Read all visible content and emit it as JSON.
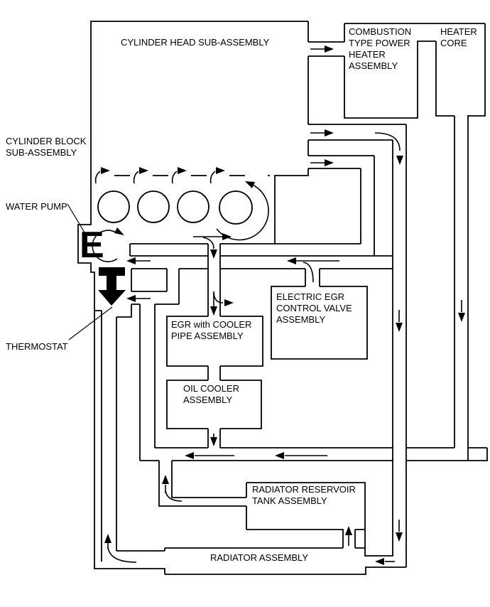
{
  "diagram": {
    "type": "engine-coolant-flow-schematic",
    "background_color": "#ffffff",
    "line_color": "#000000",
    "labels": {
      "cylinder_head": [
        "CYLINDER HEAD SUB-ASSEMBLY"
      ],
      "cylinder_block": [
        "CYLINDER BLOCK",
        "SUB-ASSEMBLY"
      ],
      "water_pump": [
        "WATER PUMP"
      ],
      "thermostat": [
        "THERMOSTAT"
      ],
      "combustion_heater": [
        "COMBUSTION",
        "TYPE POWER",
        "HEATER",
        "ASSEMBLY"
      ],
      "heater_core": [
        "HEATER",
        "CORE"
      ],
      "egr_valve": [
        "ELECTRIC EGR",
        "CONTROL VALVE",
        "ASSEMBLY"
      ],
      "egr_cooler": [
        "EGR with COOLER",
        "PIPE ASSEMBLY"
      ],
      "oil_cooler": [
        "OIL COOLER",
        "ASSEMBLY"
      ],
      "reservoir": [
        "RADIATOR RESERVOIR",
        "TANK ASSEMBLY"
      ],
      "radiator": [
        "RADIATOR ASSEMBLY"
      ],
      "water_pump_symbol": "E"
    }
  }
}
